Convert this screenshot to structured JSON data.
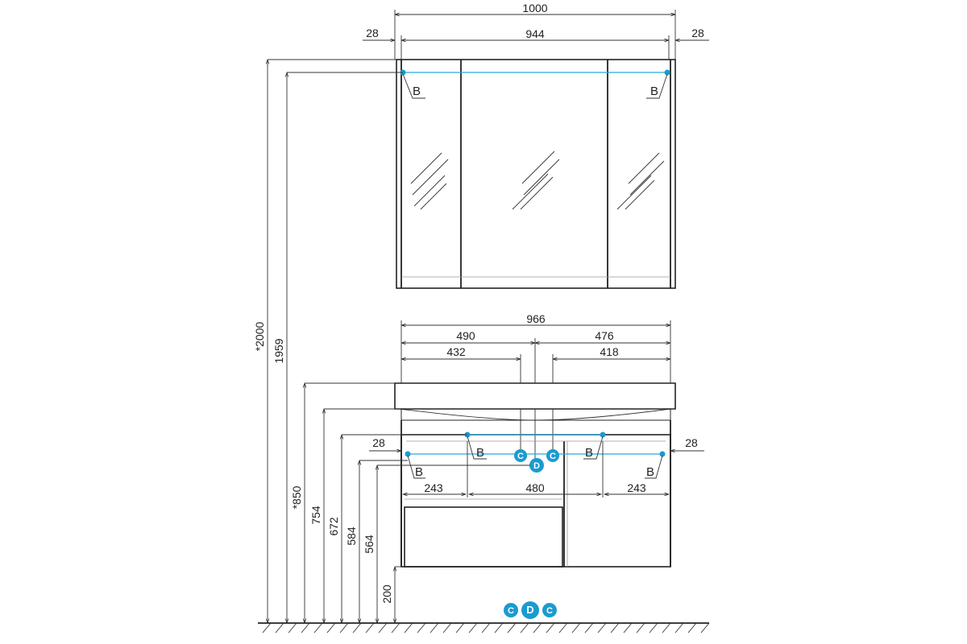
{
  "mirror": {
    "width_total": "1000",
    "width_inner": "944",
    "side_left": "28",
    "side_right": "28",
    "light_left": "B",
    "light_right": "B"
  },
  "vanity": {
    "width": "966",
    "left_to_center": "490",
    "right_to_center": "476",
    "left_to_c": "432",
    "right_to_c": "418",
    "side_left": "28",
    "side_right": "28",
    "mount_left": "243",
    "mount_center": "480",
    "mount_right": "243",
    "labels": [
      "B",
      "B",
      "B",
      "B"
    ],
    "pipe_labels": [
      "C",
      "D",
      "C"
    ]
  },
  "heights": {
    "total": "*2000",
    "mirror_top": "1959",
    "counter_top": "*850",
    "h754": "754",
    "h672": "672",
    "h584": "584",
    "h564": "564",
    "floor_gap": "200"
  },
  "floor_badges": [
    "C",
    "D",
    "C"
  ],
  "colors": {
    "accent": "#1b9bd0",
    "line": "#222222"
  }
}
